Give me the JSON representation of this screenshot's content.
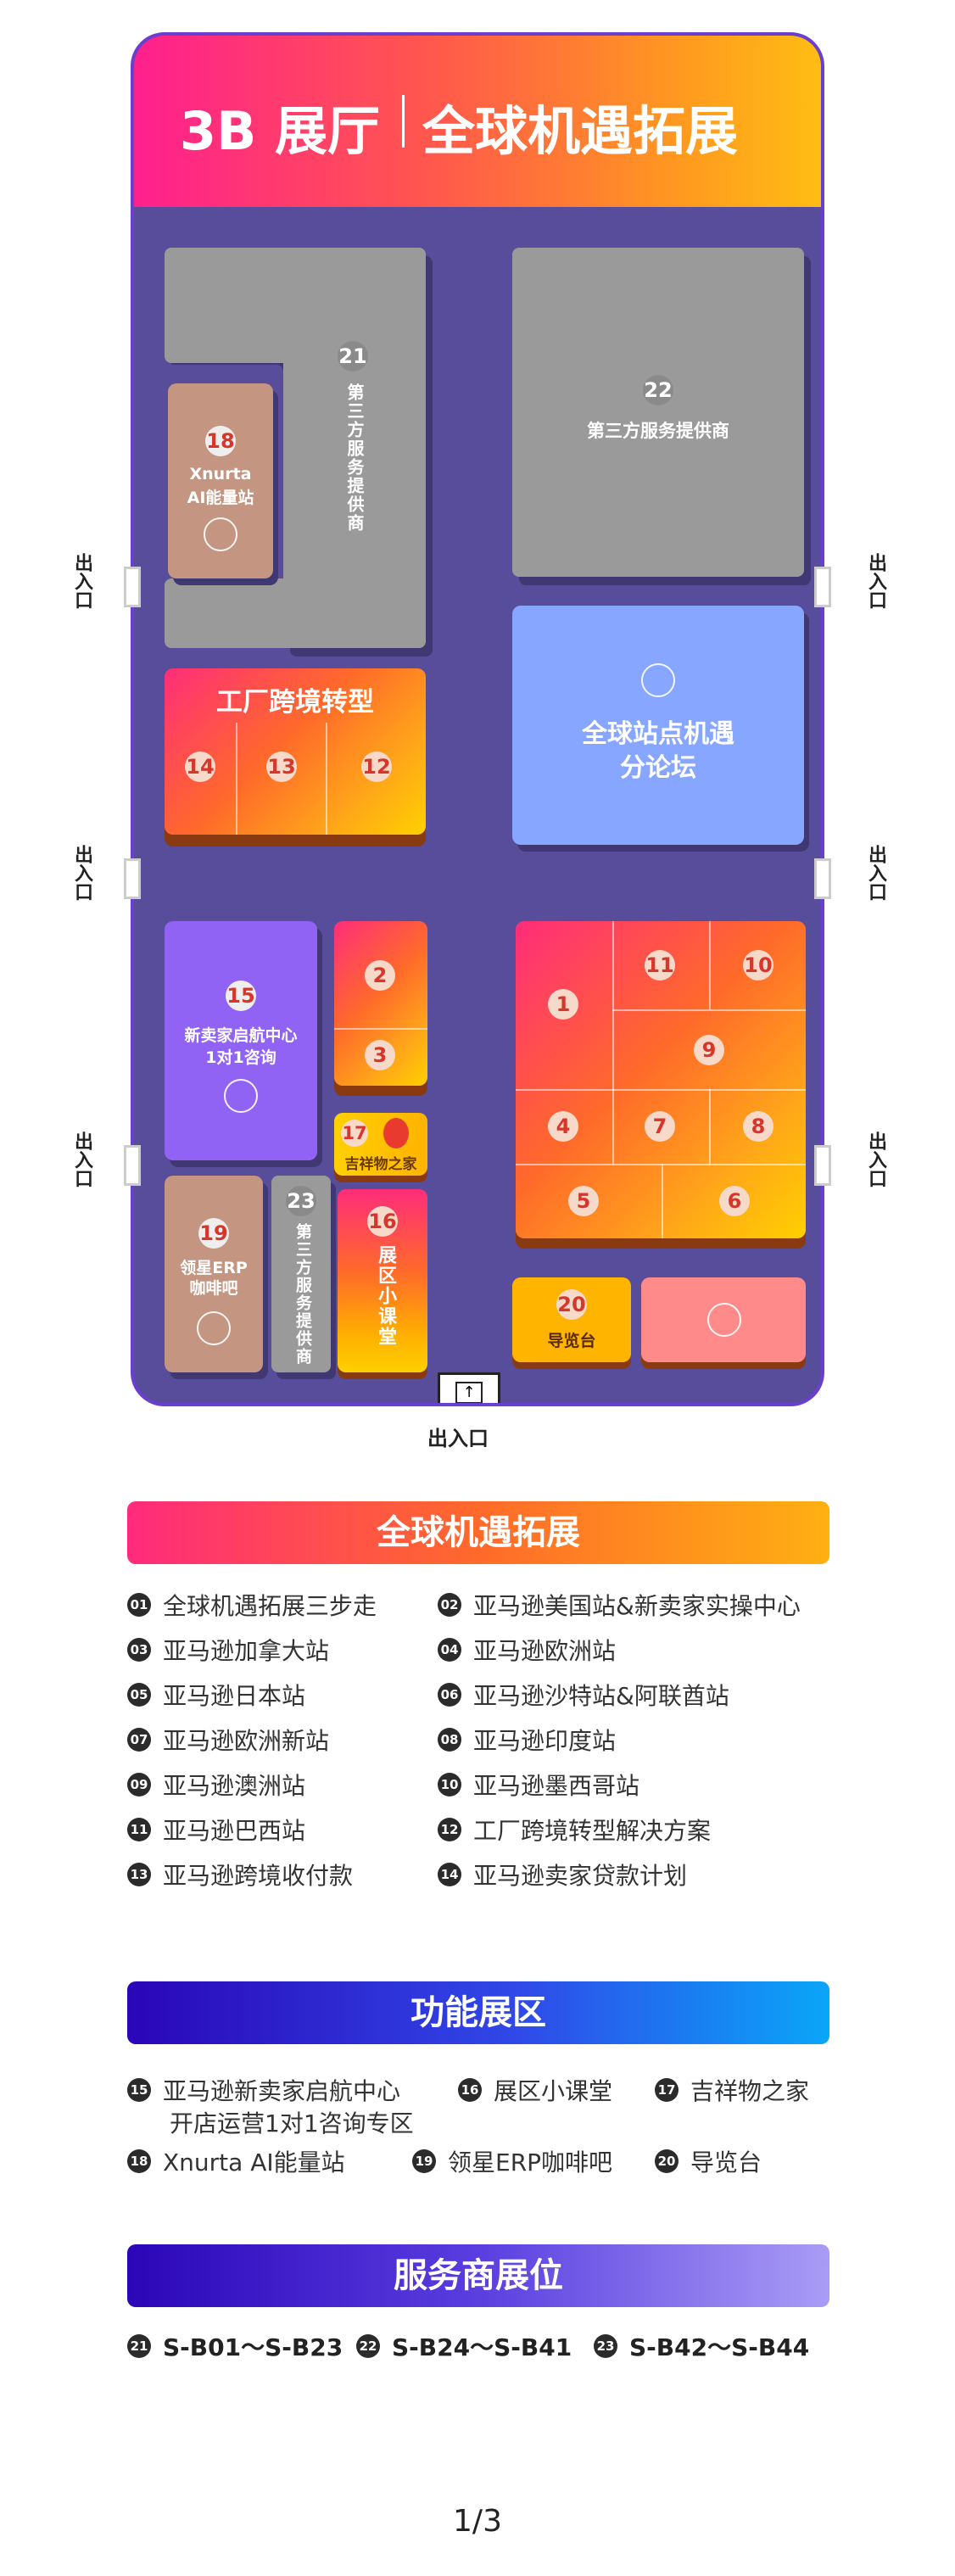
{
  "header": {
    "hall": "3B 展厅",
    "title": "全球机遇拓展"
  },
  "map": {
    "door_label": "出入口",
    "booths": {
      "b21": {
        "num": "21",
        "label": "第三方服务提供商"
      },
      "b22": {
        "num": "22",
        "label": "第三方服务提供商"
      },
      "b18": {
        "num": "18",
        "label_1": "Xnurta",
        "label_2": "AI能量站"
      },
      "forum": {
        "label_1": "全球站点机遇",
        "label_2": "分论坛"
      },
      "factory": {
        "label": "工厂跨境转型",
        "n14": "14",
        "n13": "13",
        "n12": "12"
      },
      "b15": {
        "num": "15",
        "label_1": "新卖家启航中心",
        "label_2": "1对1咨询"
      },
      "b2": "2",
      "b3": "3",
      "b17": {
        "num": "17",
        "label": "吉祥物之家"
      },
      "b16": {
        "num": "16",
        "label": "展区小课堂"
      },
      "b19": {
        "num": "19",
        "label_1": "领星ERP",
        "label_2": "咖啡吧"
      },
      "b23": {
        "num": "23",
        "label": "第三方服务提供商"
      },
      "grid": {
        "n1": "1",
        "n11": "11",
        "n10": "10",
        "n9": "9",
        "n4": "4",
        "n7": "7",
        "n8": "8",
        "n5": "5",
        "n6": "6"
      },
      "b20": {
        "num": "20",
        "label": "导览台"
      }
    }
  },
  "legend1": {
    "title": "全球机遇拓展",
    "items": [
      {
        "n": "01",
        "text": "全球机遇拓展三步走"
      },
      {
        "n": "02",
        "text": "亚马逊美国站&新卖家实操中心"
      },
      {
        "n": "03",
        "text": "亚马逊加拿大站"
      },
      {
        "n": "04",
        "text": "亚马逊欧洲站"
      },
      {
        "n": "05",
        "text": "亚马逊日本站"
      },
      {
        "n": "06",
        "text": "亚马逊沙特站&阿联酋站"
      },
      {
        "n": "07",
        "text": "亚马逊欧洲新站"
      },
      {
        "n": "08",
        "text": "亚马逊印度站"
      },
      {
        "n": "09",
        "text": "亚马逊澳洲站"
      },
      {
        "n": "10",
        "text": "亚马逊墨西哥站"
      },
      {
        "n": "11",
        "text": "亚马逊巴西站"
      },
      {
        "n": "12",
        "text": "工厂跨境转型解决方案"
      },
      {
        "n": "13",
        "text": "亚马逊跨境收付款"
      },
      {
        "n": "14",
        "text": "亚马逊卖家贷款计划"
      }
    ]
  },
  "legend2": {
    "title": "功能展区",
    "items": [
      {
        "n": "15",
        "text": "亚马逊新卖家启航中心",
        "text2": "开店运营1对1咨询专区"
      },
      {
        "n": "16",
        "text": "展区小课堂"
      },
      {
        "n": "17",
        "text": "吉祥物之家"
      },
      {
        "n": "18",
        "text": "Xnurta AI能量站"
      },
      {
        "n": "19",
        "text": "领星ERP咖啡吧"
      },
      {
        "n": "20",
        "text": "导览台"
      }
    ]
  },
  "legend3": {
    "title": "服务商展位",
    "items": [
      {
        "n": "21",
        "text": "S-B01～S-B23"
      },
      {
        "n": "22",
        "text": "S-B24～S-B41"
      },
      {
        "n": "23",
        "text": "S-B42～S-B44"
      }
    ]
  },
  "footer": {
    "page": "1/3"
  },
  "colors": {
    "hall_bg": "#574d9a",
    "booth_gray": "#9a9a9a",
    "forum_blue": "#86a6ff",
    "new_seller_purple": "#9163f5",
    "erp_brown": "#c49580",
    "info_pink": "#ff8a8a",
    "guide_yellow": "#ffb400"
  }
}
